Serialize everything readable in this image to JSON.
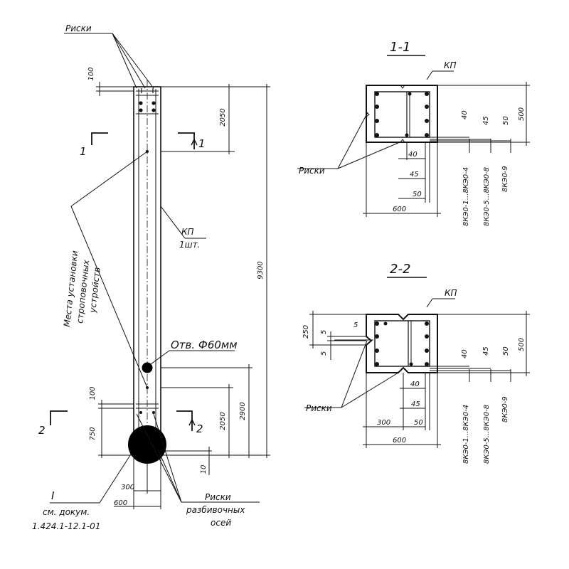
{
  "labels": {
    "riski": "Риски",
    "kp": "КП",
    "kp_count": "1шт.",
    "mesta_line1": "Места установки",
    "mesta_line2": "строповочных",
    "mesta_line3": "устройств",
    "otv": "Отв. Ф60мм",
    "riski_razb_1": "Риски",
    "riski_razb_2": "разбивочных",
    "riski_razb_3": "осей",
    "sm_I": "I",
    "sm_line1": "см. докум.",
    "sm_line2": "1.424.1-12.1-01",
    "sec1": "1-1",
    "sec2": "2-2",
    "cut1_left": "1",
    "cut1_right": "1",
    "cut2_left": "2",
    "cut2_right": "2"
  },
  "dims": {
    "d100_top": "100",
    "d2050_top": "2050",
    "d9300": "9300",
    "d2900": "2900",
    "d100_bot": "100",
    "d750": "750",
    "d2050_bot": "2050",
    "d10": "10",
    "d300": "300",
    "d600": "600",
    "s1_40": "40",
    "s1_45": "45",
    "s1_50": "50",
    "s1_600": "600",
    "s1_v40": "40",
    "s1_v45": "45",
    "s1_v50": "50",
    "s1_v500": "500",
    "s1_marks1": "8КЭ0-1...8КЭ0-4",
    "s1_marks2": "8КЭ0-5...8КЭ0-8",
    "s1_marks3": "8КЭ0-9",
    "s2_250": "250",
    "s2_5a": "5",
    "s2_5b": "5",
    "s2_5c": "5",
    "s2_40": "40",
    "s2_45": "45",
    "s2_50": "50",
    "s2_300": "300",
    "s2_600": "600",
    "s2_v40": "40",
    "s2_v45": "45",
    "s2_v50": "50",
    "s2_v500": "500",
    "s2_marks1": "8КЭ0-1...8КЭ0-4",
    "s2_marks2": "8КЭ0-5...8КЭ0-8",
    "s2_marks3": "8КЭ0-9"
  }
}
